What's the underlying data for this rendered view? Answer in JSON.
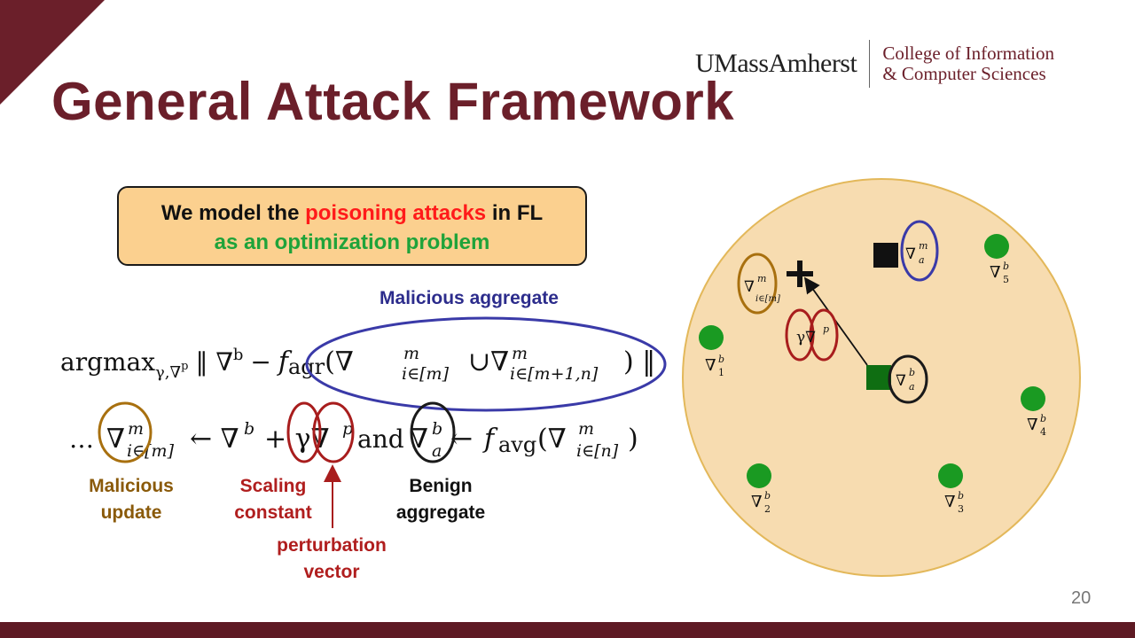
{
  "slide": {
    "title": "General Attack Framework",
    "page_number": "20"
  },
  "logo": {
    "main": "UMassAmherst",
    "line1": "College of Information",
    "line2": "& Computer Sciences"
  },
  "callout": {
    "line1_a": "We model the ",
    "line1_b": "poisoning attacks",
    "line1_c": " in FL",
    "line2": "as an optimization problem"
  },
  "labels": {
    "malicious_aggregate": "Malicious aggregate",
    "malicious_update_1": "Malicious",
    "malicious_update_2": "update",
    "scaling_1": "Scaling",
    "scaling_2": "constant",
    "benign_1": "Benign",
    "benign_2": "aggregate",
    "perturbation_1": "perturbation",
    "perturbation_2": "vector"
  },
  "equation1": {
    "argmax": "argmax",
    "argmax_sub": "γ,∇",
    "argmax_sub_sup": "p",
    "norm_open": "‖ ∇",
    "nb_sup": "b",
    "minus": "−",
    "f": "f",
    "f_sub": "agr",
    "paren_open": "(∇",
    "m1_sup": "m",
    "m1_sub": "i∈[m]",
    "union": "∪∇",
    "m2_sup": "m",
    "m2_sub": "i∈[m+1,n]",
    "paren_close": ") ‖"
  },
  "equation2": {
    "dots": "…",
    "nabla": "∇",
    "m_sup": "m",
    "m_sub": "i∈[m]",
    "arrow1": "← ∇",
    "b_sup": "b",
    "plus": "+ γ∇",
    "p_sup": "p",
    "and": "and",
    "nabla_a": "∇",
    "a_sup": "b",
    "a_sub": "a",
    "arrow2": "← ",
    "f": "f",
    "f_sub": "avg",
    "paren_open": "(∇",
    "n_sup": "m",
    "n_sub": "i∈[n]",
    "paren_close": ")"
  },
  "diagram": {
    "benign_nodes": [
      {
        "label": "∇",
        "sup": "b",
        "sub": "1"
      },
      {
        "label": "∇",
        "sup": "b",
        "sub": "2"
      },
      {
        "label": "∇",
        "sup": "b",
        "sub": "3"
      },
      {
        "label": "∇",
        "sup": "b",
        "sub": "4"
      },
      {
        "label": "∇",
        "sup": "b",
        "sub": "5"
      }
    ],
    "malicious_update": {
      "label": "∇",
      "sup": "m",
      "sub": "i∈[m]"
    },
    "scaled_perturbation": {
      "label": "γ∇",
      "sup": "p"
    },
    "benign_aggregate": {
      "label": "∇",
      "sup": "b",
      "sub": "a"
    },
    "malicious_aggregate": {
      "label": "∇",
      "sup": "m",
      "sub": "a"
    }
  },
  "colors": {
    "maroon": "#6b1f2a",
    "callout_bg": "#fbd08f",
    "red_text": "#ff1a1a",
    "green_text": "#1fa33a",
    "circle_fill": "#f7dcb0",
    "circle_stroke": "#e3b85a",
    "benign_green": "#1a9a22",
    "aggregate_green": "#0f6e12",
    "blue_ellipse": "#3a3aa8",
    "brown_ellipse": "#a8700f",
    "red_ellipse": "#a81d1d",
    "label_blue": "#2c2c8c",
    "label_brown": "#8a5a0a",
    "label_red": "#b01e1e"
  }
}
